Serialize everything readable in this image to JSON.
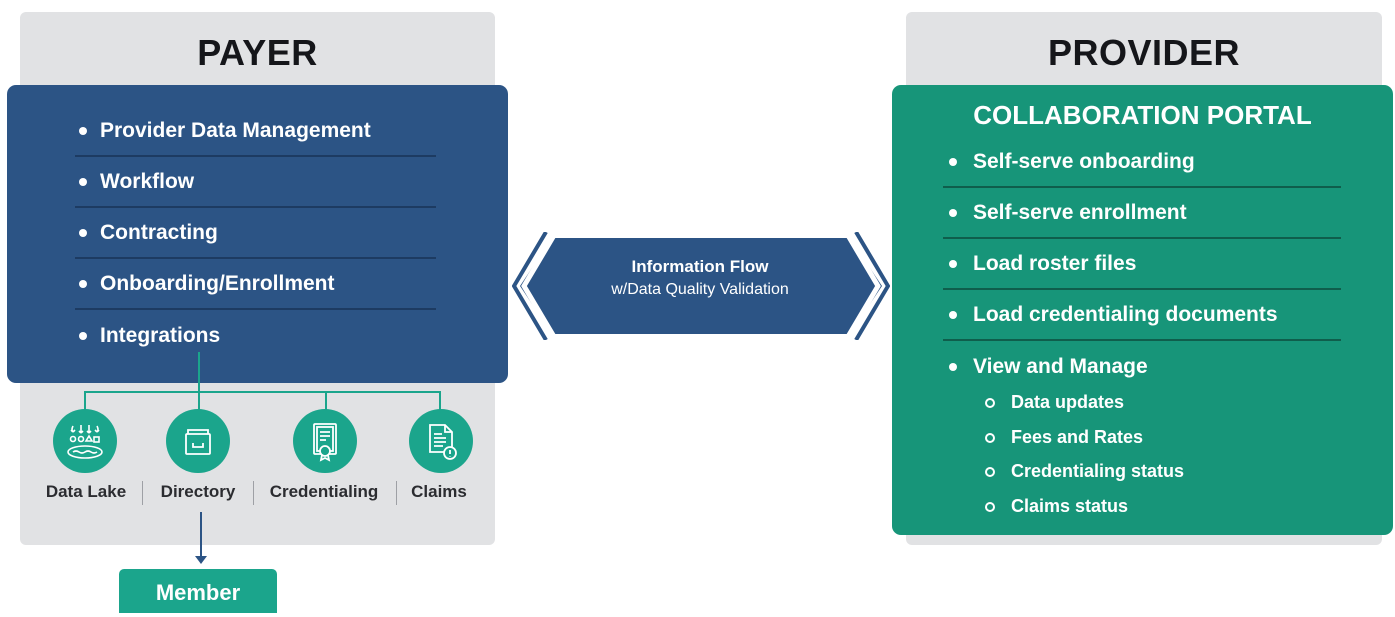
{
  "payer": {
    "title": "PAYER",
    "items": [
      {
        "label": "Provider Data Management"
      },
      {
        "label": "Workflow"
      },
      {
        "label": "Contracting"
      },
      {
        "label": "Onboarding/Enrollment"
      },
      {
        "label": "Integrations"
      }
    ],
    "integrations": [
      {
        "label": "Data Lake",
        "icon": "data-lake-icon"
      },
      {
        "label": "Directory",
        "icon": "directory-icon"
      },
      {
        "label": "Credentialing",
        "icon": "credentialing-icon"
      },
      {
        "label": "Claims",
        "icon": "claims-icon"
      }
    ],
    "member": "Member"
  },
  "flow": {
    "title": "Information Flow",
    "subtitle": "w/Data Quality Validation"
  },
  "provider": {
    "title": "PROVIDER",
    "portal_title": "COLLABORATION PORTAL",
    "items": [
      {
        "label": "Self-serve onboarding"
      },
      {
        "label": "Self-serve enrollment"
      },
      {
        "label": "Load roster files"
      },
      {
        "label": "Load credentialing documents"
      },
      {
        "label": "View and Manage"
      }
    ],
    "subitems": [
      {
        "label": "Data updates"
      },
      {
        "label": "Fees and Rates"
      },
      {
        "label": "Credentialing status"
      },
      {
        "label": "Claims status"
      }
    ]
  },
  "colors": {
    "payer_blue": "#2c5485",
    "provider_green": "#179579",
    "teal": "#1ba58c",
    "panel_gray": "#e1e2e4"
  }
}
